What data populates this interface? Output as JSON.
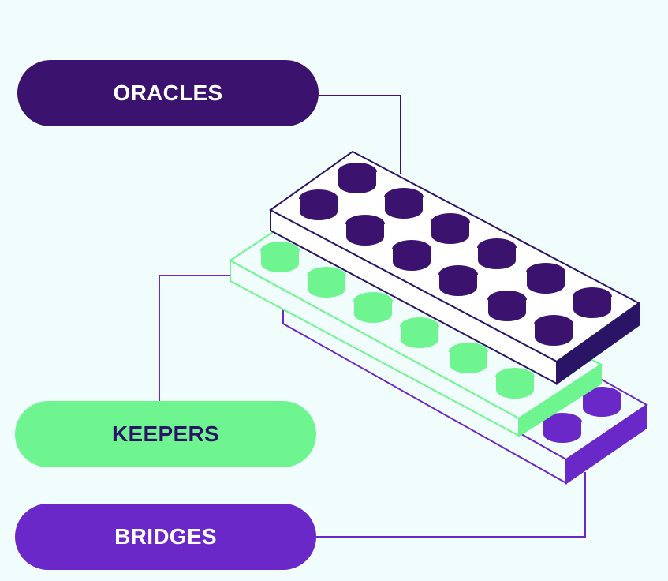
{
  "labels": {
    "oracles": "ORACLES",
    "keepers": "KEEPERS",
    "bridges": "BRIDGES"
  },
  "colors": {
    "background": "#f1fdfc",
    "oracles_pill": "#3b136f",
    "oracles_text": "#ffffff",
    "keepers_pill": "#6ef58f",
    "keepers_text": "#2a1466",
    "bridges_pill": "#6a28c8",
    "bridges_text": "#ffffff",
    "white_brick_stroke": "#2a1466",
    "green_brick_stroke": "#6ef58f",
    "purple_brick_stroke": "#6a28c8"
  },
  "bricks": [
    {
      "name": "oracles-brick",
      "studs_visible": 12,
      "color": "dark-purple"
    },
    {
      "name": "keepers-brick",
      "studs_visible": 6,
      "color": "green"
    },
    {
      "name": "bridges-brick",
      "studs_visible": 2,
      "color": "purple"
    }
  ]
}
